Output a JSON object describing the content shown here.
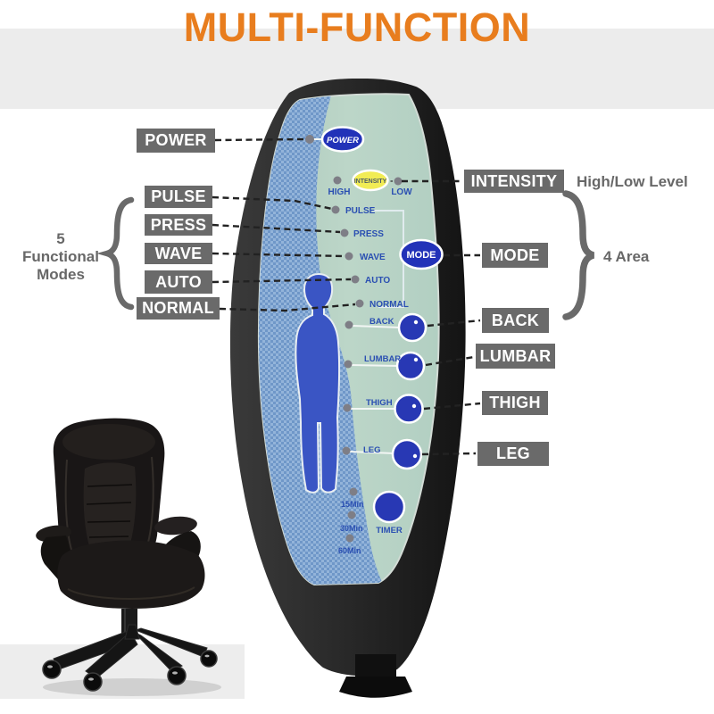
{
  "title": "MULTI-FUNCTION",
  "colors": {
    "accent_orange": "#e87d1e",
    "label_gray": "#6a6a6a",
    "band_gray": "#ececec",
    "face_green": "#b7d2c4",
    "panel_blue": "#93b4da",
    "button_blue": "#2535b6",
    "intensity_yellow": "#f1ec55",
    "silhouette_blue": "#3a55c4"
  },
  "callouts": {
    "power": "POWER",
    "pulse": "PULSE",
    "press": "PRESS",
    "wave": "WAVE",
    "auto": "AUTO",
    "normal": "NORMAL",
    "intensity": "INTENSITY",
    "mode": "MODE",
    "back": "BACK",
    "lumbar": "LUMBAR",
    "thigh": "THIGH",
    "leg": "LEG",
    "intensity_note": "High/Low Level",
    "modes_group_line1": "5",
    "modes_group_line2": "Functional",
    "modes_group_line3": "Modes",
    "area_group": "4 Area"
  },
  "remote": {
    "power": "POWER",
    "intensity": "INTENSITY",
    "high": "HIGH",
    "low": "LOW",
    "pulse": "PULSE",
    "press": "PRESS",
    "wave": "WAVE",
    "auto": "AUTO",
    "normal": "NORMAL",
    "mode": "MODE",
    "back": "BACK",
    "lumbar": "LUMBAR",
    "thigh": "THIGH",
    "leg": "LEG",
    "t15": "15Min",
    "t30": "30Min",
    "t60": "60Min",
    "timer": "TIMER"
  }
}
